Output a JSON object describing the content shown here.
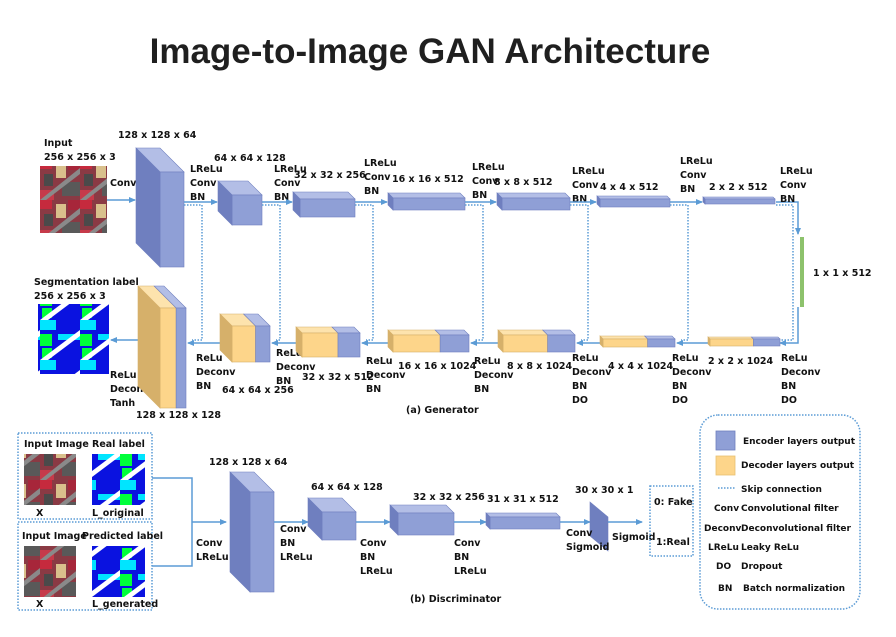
{
  "title": "Image-to-Image GAN Architecture",
  "colors": {
    "encoder": "#8f9fd6",
    "encoder_dark": "#6f7fbf",
    "encoder_light": "#b3bee6",
    "decoder": "#fdd58a",
    "decoder_dark": "#d6b06a",
    "bottleneck": "#8dc26c",
    "arrow": "#5b9bd5",
    "skip": "#5b9bd5"
  },
  "generator": {
    "caption": "(a) Generator",
    "input": {
      "label": "Input",
      "shape": "256 x 256 x 3",
      "op": "Conv"
    },
    "output": {
      "label": "Segmentation label",
      "shape": "256 x 256 x 3",
      "ops": [
        "ReLu",
        "Deconv",
        "Tanh"
      ]
    },
    "encoder": [
      {
        "shape": "128 x 128 x 64",
        "ops": [
          "LReLu",
          "Conv",
          "BN"
        ]
      },
      {
        "shape": "64 x 64 x 128",
        "ops": [
          "LReLu",
          "Conv",
          "BN"
        ]
      },
      {
        "shape": "32 x 32 x 256",
        "ops": [
          "LReLu",
          "Conv",
          "BN"
        ]
      },
      {
        "shape": "16 x 16 x 512",
        "ops": [
          "LReLu",
          "Conv",
          "BN"
        ]
      },
      {
        "shape": "8 x 8 x 512",
        "ops": [
          "LReLu",
          "Conv",
          "BN"
        ]
      },
      {
        "shape": "4 x 4 x 512",
        "ops": [
          "LReLu",
          "Conv",
          "BN"
        ]
      },
      {
        "shape": "2 x 2 x 512",
        "ops": [
          "LReLu",
          "Conv",
          "BN"
        ]
      }
    ],
    "bottleneck": {
      "shape": "1 x 1 x 512"
    },
    "decoder": [
      {
        "shape": "128 x 128 x 128",
        "ops": [
          "ReLu",
          "Deconv",
          "BN"
        ]
      },
      {
        "shape": "64 x 64 x 256",
        "ops": [
          "ReLu",
          "Deconv",
          "BN"
        ]
      },
      {
        "shape": "32 x 32 x 512",
        "ops": [
          "ReLu",
          "Deconv",
          "BN"
        ]
      },
      {
        "shape": "16 x 16 x 1024",
        "ops": [
          "ReLu",
          "Deconv",
          "BN"
        ]
      },
      {
        "shape": "8 x 8 x 1024",
        "ops": [
          "ReLu",
          "Deconv",
          "BN",
          "DO"
        ]
      },
      {
        "shape": "4 x 4 x 1024",
        "ops": [
          "ReLu",
          "Deconv",
          "BN",
          "DO"
        ]
      },
      {
        "shape": "2 x 2 x 1024",
        "ops": [
          "ReLu",
          "Deconv",
          "BN",
          "DO"
        ]
      }
    ]
  },
  "discriminator": {
    "caption": "(b) Discriminator",
    "pairs": [
      {
        "left_title": "Input Image",
        "right_title": "Real label",
        "left_caption": "X",
        "right_caption": "L_original"
      },
      {
        "left_title": "Input Image",
        "right_title": "Predicted label",
        "left_caption": "X",
        "right_caption": "L_generated"
      }
    ],
    "input_ops": [
      "Conv",
      "LReLu"
    ],
    "layers": [
      {
        "shape": "128 x 128 x 64",
        "ops": [
          "Conv",
          "BN",
          "LReLu"
        ]
      },
      {
        "shape": "64 x 64 x 128",
        "ops": [
          "Conv",
          "BN",
          "LReLu"
        ]
      },
      {
        "shape": "32 x 32 x 256",
        "ops": [
          "Conv",
          "BN",
          "LReLu"
        ]
      },
      {
        "shape": "31 x 31 x 512",
        "ops": [
          "Conv",
          "Sigmoid"
        ]
      },
      {
        "shape": "30 x 30 x 1",
        "ops": [
          "Sigmoid"
        ]
      }
    ],
    "output": {
      "fake": "0: Fake",
      "real": "1:Real"
    }
  },
  "legend": {
    "items": [
      {
        "key": "encoder-swatch",
        "text": "Encoder layers output"
      },
      {
        "key": "decoder-swatch",
        "text": "Decoder layers output"
      },
      {
        "key": "skip-line",
        "text": "Skip connection"
      },
      {
        "key": "Conv",
        "text": "Convolutional filter"
      },
      {
        "key": "Deconv",
        "text": "Deconvolutional filter"
      },
      {
        "key": "LReLu",
        "text": "Leaky ReLu"
      },
      {
        "key": "DO",
        "text": "Dropout"
      },
      {
        "key": "BN",
        "text": "Batch normalization"
      }
    ]
  }
}
